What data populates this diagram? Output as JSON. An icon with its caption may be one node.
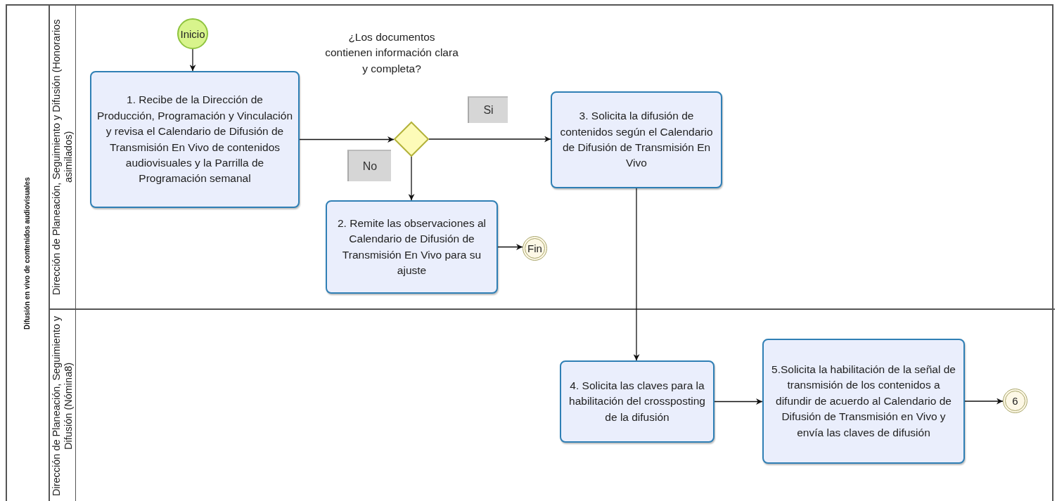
{
  "diagram": {
    "nodes": [
      {
        "text": [
          "Difusión en vivo de contenidos audiovisuales"
        ]
      },
      {
        "text": [
          "Dirección de Planeación, Seguimiento y Difusión (Honorarios asimilados)"
        ],
        "in": 0
      },
      {
        "text": [
          "Dirección de Planeación, Seguimiento y Difusión (Nómina8)"
        ],
        "in": 0
      },
      {
        "text": [
          "Inicio"
        ],
        "in": 1
      },
      {
        "text": [
          "1. Recibe de la Dirección de Producción, Programación y Vinculación y revisa el Calendario de Difusión de Transmisión En Vivo de contenidos audiovisuales y  la Parrilla de Programación semanal"
        ],
        "in": 1
      },
      {
        "text": [],
        "shape": "diamond",
        "in": 1
      },
      {
        "text": [
          "2. Remite las observaciones al Calendario de Difusión de Transmisión En Vivo para su ajuste"
        ],
        "in": 1
      },
      {
        "text": [
          "Fin"
        ],
        "in": 1
      },
      {
        "text": [
          "3. Solicita la  difusión de contenidos según el Calendario de Difusión de Transmisión En Vivo"
        ],
        "in": 1
      },
      {
        "text": [
          "4. Solicita las claves para la habilitación del crossposting de la difusión"
        ],
        "in": 2
      },
      {
        "text": [
          "5.Solicita la habilitación de la señal de transmisión de los contenidos a difundir de acuerdo al  Calendario de Difusión de Transmisión en Vivo y envía las claves de difusión"
        ],
        "in": 2
      },
      {
        "text": [
          "6"
        ],
        "in": 2
      }
    ],
    "edges": [
      {
        "from": 3,
        "to": 4,
        "arrow": "to"
      },
      {
        "from": 4,
        "to": 5,
        "arrow": "to"
      },
      {
        "from": 5,
        "to": 8,
        "arrow": "to",
        "label": "Si"
      },
      {
        "from": 5,
        "to": 6,
        "arrow": "to",
        "label": "No"
      },
      {
        "from": 6,
        "to": 7,
        "arrow": "to"
      },
      {
        "from": 8,
        "to": 9,
        "arrow": "to"
      },
      {
        "from": 9,
        "to": 10,
        "arrow": "to"
      },
      {
        "from": 10,
        "to": 11,
        "arrow": "to"
      }
    ],
    "labels": [
      "¿Los documentos contienen información clara y completa?"
    ]
  }
}
